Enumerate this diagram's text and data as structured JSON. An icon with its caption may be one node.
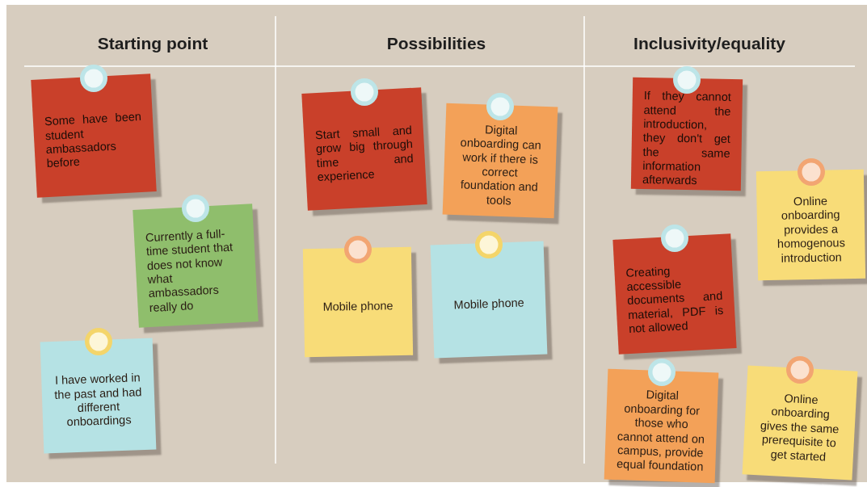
{
  "diagram": {
    "nodes": [
      {
        "text": [
          "Some have been student ambassadors before"
        ]
      },
      {
        "text": [
          "Currently a full-time student that does not know what ambassadors really do"
        ]
      },
      {
        "text": [
          "I have worked in the past and had different onboardings"
        ]
      },
      {
        "text": [
          "Start small and grow big through time and experience"
        ]
      },
      {
        "text": [
          "Digital onboarding can work if there is correct foundation and tools"
        ]
      },
      {
        "text": [
          "Mobile phone"
        ]
      },
      {
        "text": [
          "Mobile phone"
        ]
      },
      {
        "text": [
          "If they cannot attend the introduction, they don't get the same information afterwards"
        ]
      },
      {
        "text": [
          "Online onboarding provides a homogenous introduction"
        ]
      },
      {
        "text": [
          "Creating accessible documents and material, PDF is not allowed"
        ]
      },
      {
        "text": [
          "Digital onboarding for those who cannot attend on campus, provide equal foundation"
        ]
      },
      {
        "text": [
          "Online onboarding gives the same prerequisite to get started"
        ]
      }
    ],
    "labels": [
      "Starting point",
      "Possibilities",
      "Inclusivity/equality"
    ]
  }
}
